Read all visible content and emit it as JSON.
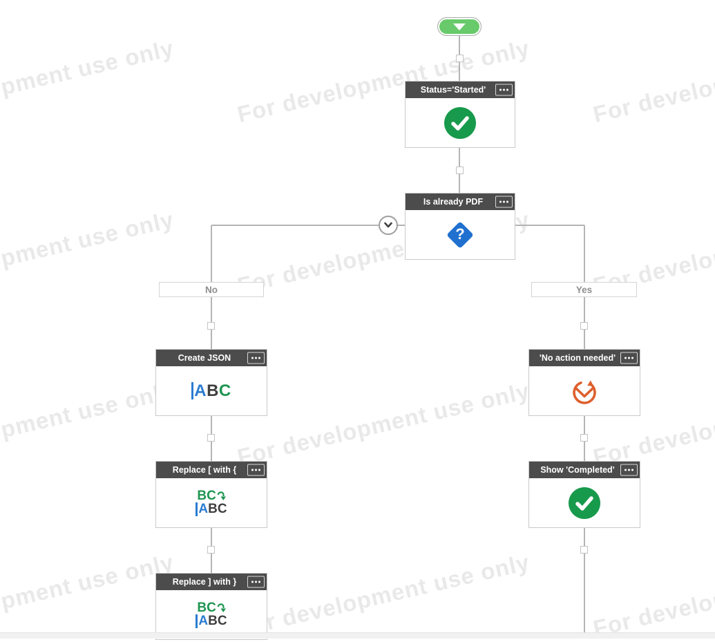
{
  "watermark": {
    "text": "For development use only",
    "color": "#e9e9e9"
  },
  "flow": {
    "start_node": {
      "icon": "start-run-arrow"
    },
    "nodes": {
      "status_started": {
        "title": "Status='Started'",
        "icon": "success-check"
      },
      "is_already_pdf": {
        "title": "Is already PDF",
        "icon": "question-diamond"
      },
      "create_json": {
        "title": "Create JSON",
        "icon": "set-text-abc"
      },
      "replace_open_bracket": {
        "title": "Replace [ with {",
        "icon": "replace-text"
      },
      "replace_close_bracket": {
        "title": "Replace ] with }",
        "icon": "replace-text"
      },
      "no_action_needed": {
        "title": "'No action needed'",
        "icon": "orange-recheck"
      },
      "show_completed": {
        "title": "Show 'Completed'",
        "icon": "success-check"
      }
    },
    "branch_labels": {
      "no": "No",
      "yes": "Yes"
    }
  },
  "icon_glyphs": {
    "question_mark": "?",
    "abc": {
      "a": "A",
      "b": "B",
      "c": "C"
    },
    "replace": {
      "top": "BC",
      "a": "A",
      "bc": "BC"
    }
  },
  "colors": {
    "header_bg": "#4c4c4c",
    "node_border": "#c9c9c9",
    "success_green": "#189a4c",
    "start_green": "#68ca6a",
    "question_blue": "#2070cf",
    "action_orange": "#dd5f2b",
    "text_blue": "#2b7bd0",
    "text_green": "#1d9550",
    "text_dark": "#3f3f3f",
    "line_gray": "#b4b4b4",
    "branch_label_text": "#8e8e8e",
    "watermark_gray": "#e9e9e9"
  }
}
